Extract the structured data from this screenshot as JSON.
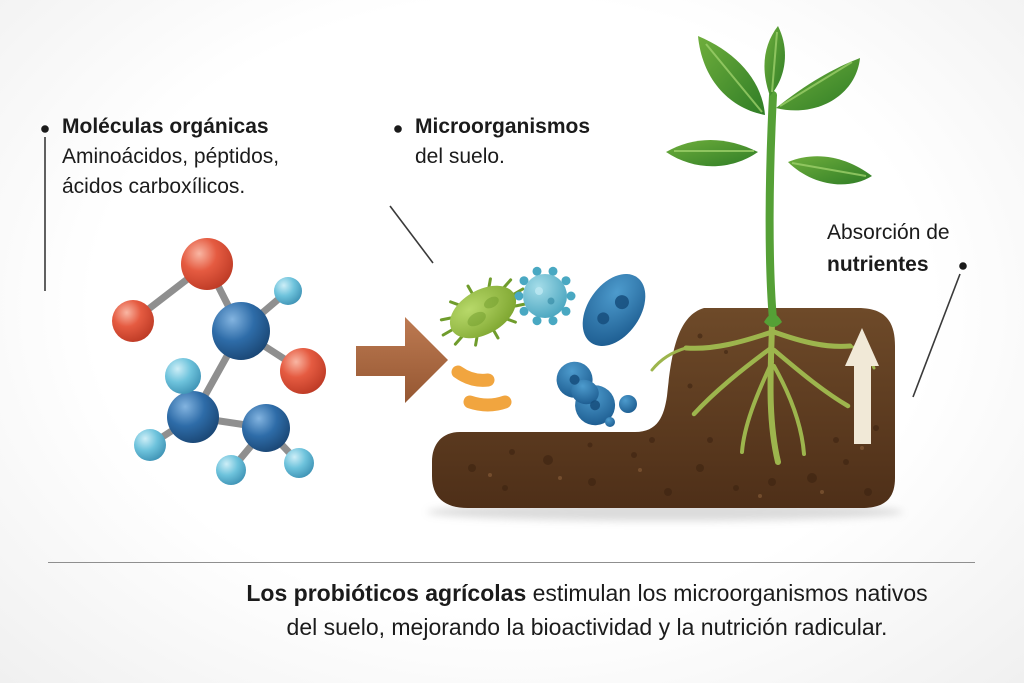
{
  "annotations": {
    "organic_molecules": {
      "title": "Moléculas orgánicas",
      "desc1": "Aminoácidos, péptidos,",
      "desc2": "ácidos carboxílicos."
    },
    "microorganisms": {
      "title": "Microorganismos",
      "desc": "del suelo."
    },
    "absorption": {
      "line1": "Absorción de",
      "line2": "nutrientes"
    }
  },
  "caption": {
    "lead": "Los probióticos agrícolas",
    "line1_rest": " estimulan los microorganismos nativos",
    "line2": "del suelo, mejorando la bioactividad y la nutrición radicular."
  },
  "icons": {
    "transform_arrow": "brown-right-arrow-icon",
    "absorption_arrow": "cream-up-arrow-icon"
  },
  "colors": {
    "soil_brown": "#5d3a21",
    "plant_green": "#55a036",
    "root_green": "#9db54d",
    "arrow_brown": "#ad6b47",
    "molecule_red": "#e55b41",
    "molecule_blue": "#2e6ca8",
    "molecule_cyan": "#6ec3dc",
    "microbe_green": "#8ab83e",
    "microbe_teal": "#5bb8c9",
    "microbe_blue": "#2e7db5",
    "microbe_orange": "#f1a53f",
    "absorption_arrow_cream": "#f1e9d7",
    "text": "#1b1b1b"
  }
}
